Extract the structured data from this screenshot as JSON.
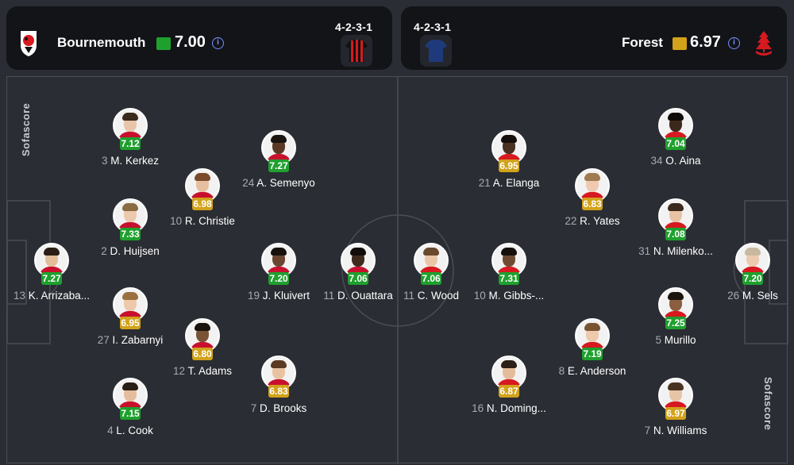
{
  "home": {
    "name": "Bournemouth",
    "rating": "7.00",
    "rating_color": "#1fa02e",
    "formation": "4-2-3-1",
    "kit_colors": [
      "#d71920",
      "#111111"
    ],
    "icons": {
      "badge": "bournemouth-crest-icon",
      "info": "info-icon",
      "kit": "striped-shirt-icon"
    }
  },
  "away": {
    "name": "Forest",
    "rating": "6.97",
    "rating_color": "#d2a21b",
    "formation": "4-2-3-1",
    "kit_colors": [
      "#1f3a7a"
    ],
    "icons": {
      "badge": "nottingham-forest-crest-icon",
      "info": "info-icon",
      "kit": "blue-shirt-icon"
    }
  },
  "watermark": "Sofascore",
  "players": [
    {
      "id": "kerkez",
      "number": "3",
      "name": "M. Kerkez",
      "rating": "7.12",
      "tier": "green",
      "skin": "#e8c4a8",
      "hair": "#3a2a1e",
      "team": "home"
    },
    {
      "id": "semenyo",
      "number": "24",
      "name": "A. Semenyo",
      "rating": "7.27",
      "tier": "green",
      "skin": "#5a3a26",
      "hair": "#1a1410",
      "team": "home"
    },
    {
      "id": "christie",
      "number": "10",
      "name": "R. Christie",
      "rating": "6.98",
      "tier": "yellow",
      "skin": "#e6bfa0",
      "hair": "#7a4a2a",
      "team": "home"
    },
    {
      "id": "huijsen",
      "number": "2",
      "name": "D. Huijsen",
      "rating": "7.33",
      "tier": "green",
      "skin": "#ecc9ac",
      "hair": "#8a6a40",
      "team": "home"
    },
    {
      "id": "arrizabalaga",
      "number": "13",
      "name": "K. Arrizaba...",
      "rating": "7.27",
      "tier": "green",
      "skin": "#e3bc9a",
      "hair": "#2a1e16",
      "team": "home"
    },
    {
      "id": "kluivert",
      "number": "19",
      "name": "J. Kluivert",
      "rating": "7.20",
      "tier": "green",
      "skin": "#6a4630",
      "hair": "#16110d",
      "team": "home"
    },
    {
      "id": "ouattara",
      "number": "11",
      "name": "D. Ouattara",
      "rating": "7.06",
      "tier": "green",
      "skin": "#3f2a1e",
      "hair": "#120d0a",
      "team": "home"
    },
    {
      "id": "zabarnyi",
      "number": "27",
      "name": "I. Zabarnyi",
      "rating": "6.95",
      "tier": "yellow",
      "skin": "#edc8aa",
      "hair": "#9a7040",
      "team": "home"
    },
    {
      "id": "adams",
      "number": "12",
      "name": "T. Adams",
      "rating": "6.80",
      "tier": "yellow",
      "skin": "#7a5236",
      "hair": "#1a130e",
      "team": "home"
    },
    {
      "id": "brooks",
      "number": "7",
      "name": "D. Brooks",
      "rating": "6.83",
      "tier": "yellow",
      "skin": "#e9c2a2",
      "hair": "#5a3a22",
      "team": "home"
    },
    {
      "id": "cook",
      "number": "4",
      "name": "L. Cook",
      "rating": "7.15",
      "tier": "green",
      "skin": "#e6bd9c",
      "hair": "#2a1d14",
      "team": "home"
    },
    {
      "id": "elanga",
      "number": "21",
      "name": "A. Elanga",
      "rating": "6.95",
      "tier": "yellow",
      "skin": "#4a3022",
      "hair": "#140f0b",
      "team": "away"
    },
    {
      "id": "aina",
      "number": "34",
      "name": "O. Aina",
      "rating": "7.04",
      "tier": "green",
      "skin": "#3c281c",
      "hair": "#0f0b08",
      "team": "away"
    },
    {
      "id": "yates",
      "number": "22",
      "name": "R. Yates",
      "rating": "6.83",
      "tier": "yellow",
      "skin": "#efcab0",
      "hair": "#a07a50",
      "team": "away"
    },
    {
      "id": "milenkovic",
      "number": "31",
      "name": "N. Milenko...",
      "rating": "7.08",
      "tier": "green",
      "skin": "#e8c2a4",
      "hair": "#3a2a1c",
      "team": "away"
    },
    {
      "id": "wood",
      "number": "11",
      "name": "C. Wood",
      "rating": "7.06",
      "tier": "green",
      "skin": "#eac6a8",
      "hair": "#6a4a2c",
      "team": "away"
    },
    {
      "id": "gibbswhite",
      "number": "10",
      "name": "M. Gibbs-...",
      "rating": "7.31",
      "tier": "green",
      "skin": "#6e4a32",
      "hair": "#16100c",
      "team": "away"
    },
    {
      "id": "sels",
      "number": "26",
      "name": "M. Sels",
      "rating": "7.20",
      "tier": "green",
      "skin": "#eccaae",
      "hair": "#c8b8a0",
      "team": "away"
    },
    {
      "id": "murillo",
      "number": "5",
      "name": "Murillo",
      "rating": "7.25",
      "tier": "green",
      "skin": "#8a5e3e",
      "hair": "#1a130e",
      "team": "away"
    },
    {
      "id": "anderson",
      "number": "8",
      "name": "E. Anderson",
      "rating": "7.19",
      "tier": "green",
      "skin": "#eec9ac",
      "hair": "#7a5430",
      "team": "away"
    },
    {
      "id": "dominguez",
      "number": "16",
      "name": "N. Doming...",
      "rating": "6.87",
      "tier": "yellow",
      "skin": "#e4bc9a",
      "hair": "#2c1f16",
      "team": "away"
    },
    {
      "id": "williams",
      "number": "7",
      "name": "N. Williams",
      "rating": "6.97",
      "tier": "yellow",
      "skin": "#e8c4a6",
      "hair": "#4a3220",
      "team": "away"
    }
  ]
}
